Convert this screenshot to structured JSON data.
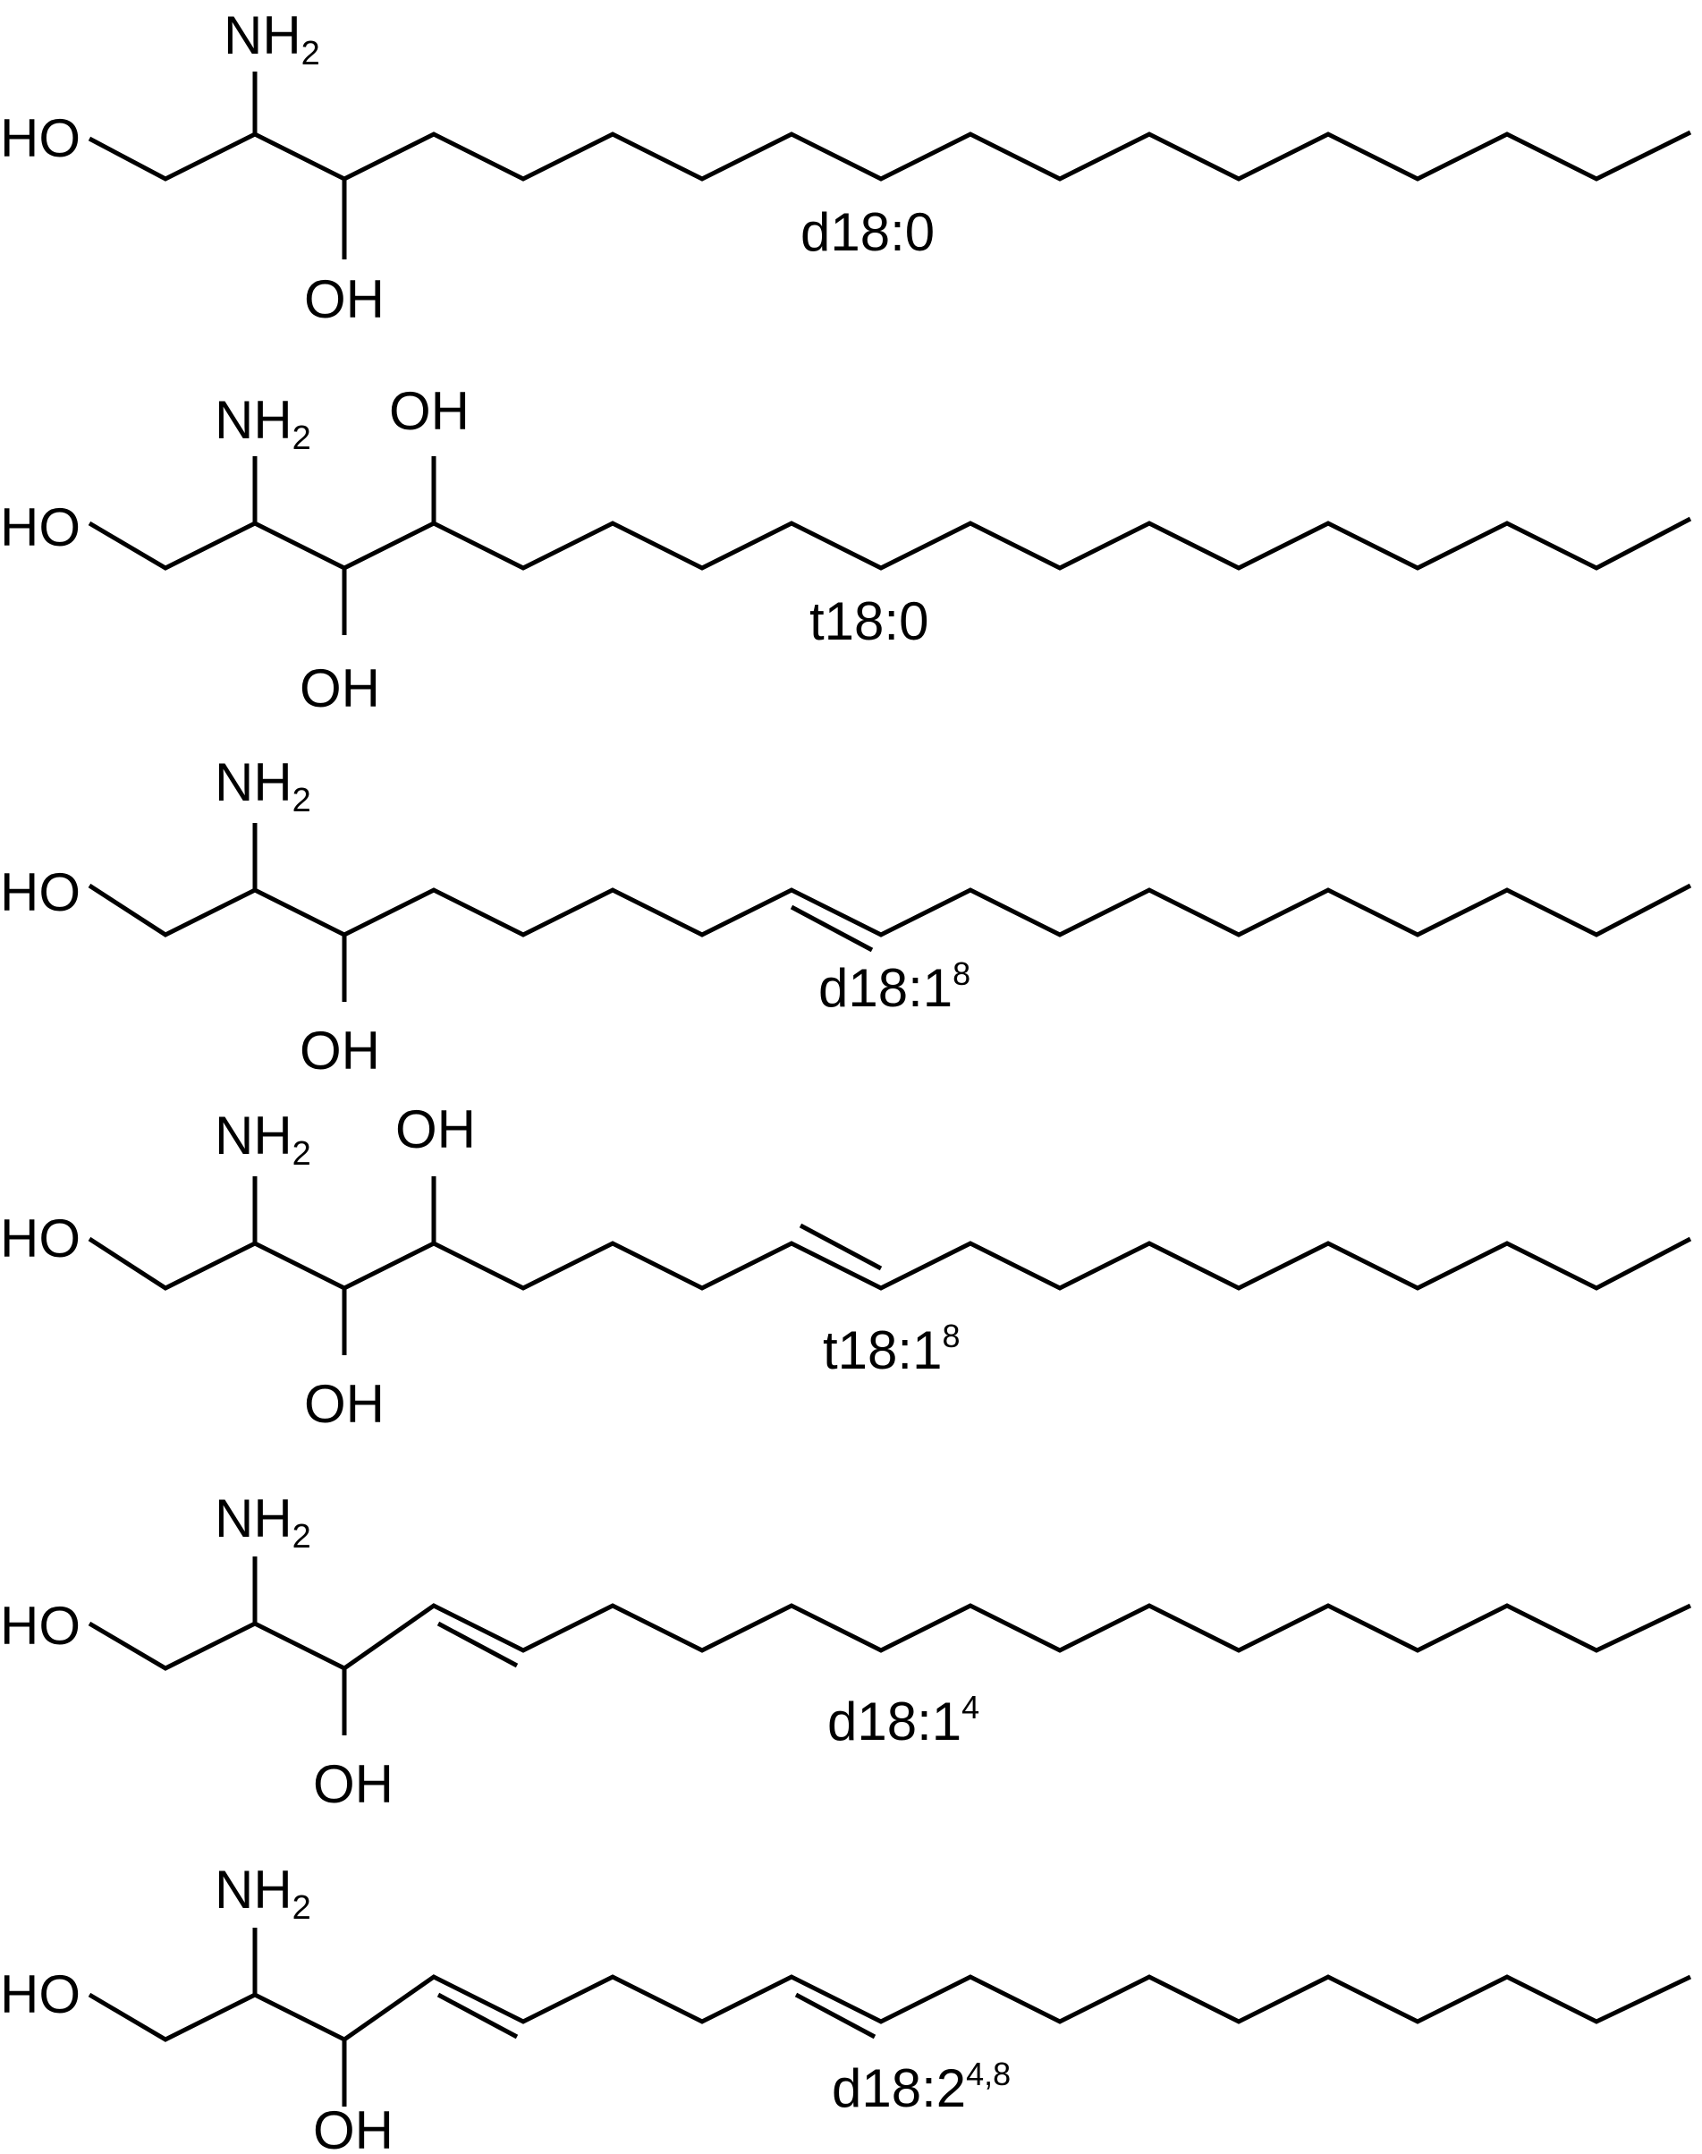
{
  "atoms": {
    "amine_main": "NH",
    "amine_sub": "2",
    "primary_alcohol": "HO",
    "hydroxyl": "OH"
  },
  "structures": [
    {
      "base": "d18:0",
      "superscript": ""
    },
    {
      "base": "t18:0",
      "superscript": ""
    },
    {
      "base": "d18:1",
      "superscript": "8"
    },
    {
      "base": "t18:1",
      "superscript": "8"
    },
    {
      "base": "d18:1",
      "superscript": "4"
    },
    {
      "base": "d18:2",
      "superscript": "4,8"
    }
  ],
  "colors": {
    "line": "#000000",
    "background": "#ffffff"
  }
}
